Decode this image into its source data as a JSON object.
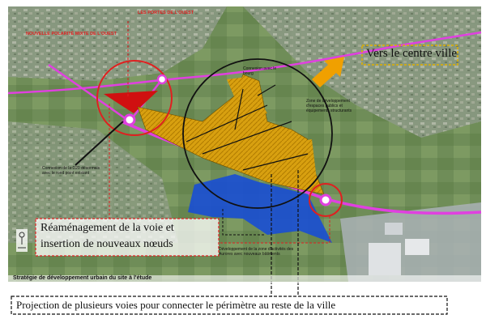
{
  "labels": {
    "vers_centre": "Vers le centre ville",
    "reamenagement_line1": "Réaménagement de la voie et",
    "reamenagement_line2": "insertion de nouveaux nœuds",
    "projection": "Projection de plusieurs voies pour connecter le périmètre au reste de la ville",
    "strategie": "Stratégie de développement urbain du site à l'étude",
    "portes_ouest": "LES PORTES DE L'OUEST",
    "nouvelle_polarite": "NOUVELLE POLARITÉ MIXTE DE L'OUEST",
    "connexion_bourg": "Connexion avec le bourg",
    "connexion_d20": "Connexion de la D20 désormais avec le rond point existant",
    "developpement_bas": "Développement de la zone d'activités des Aurores avec nouveaux bâtiments",
    "zone_voie": "Zone de développement d'espaces publics et équipements structurants"
  },
  "colors": {
    "road": "#e040e0",
    "circle_red": "#e02020",
    "circle_black": "#111111",
    "zone_orange": "#d8a010",
    "zone_blue": "#1a4fd0",
    "zone_red": "#d01010",
    "arrow_orange": "#f0a000",
    "label_border": "#e02020"
  },
  "icons": {
    "legend_pin": "location-pin-icon"
  }
}
